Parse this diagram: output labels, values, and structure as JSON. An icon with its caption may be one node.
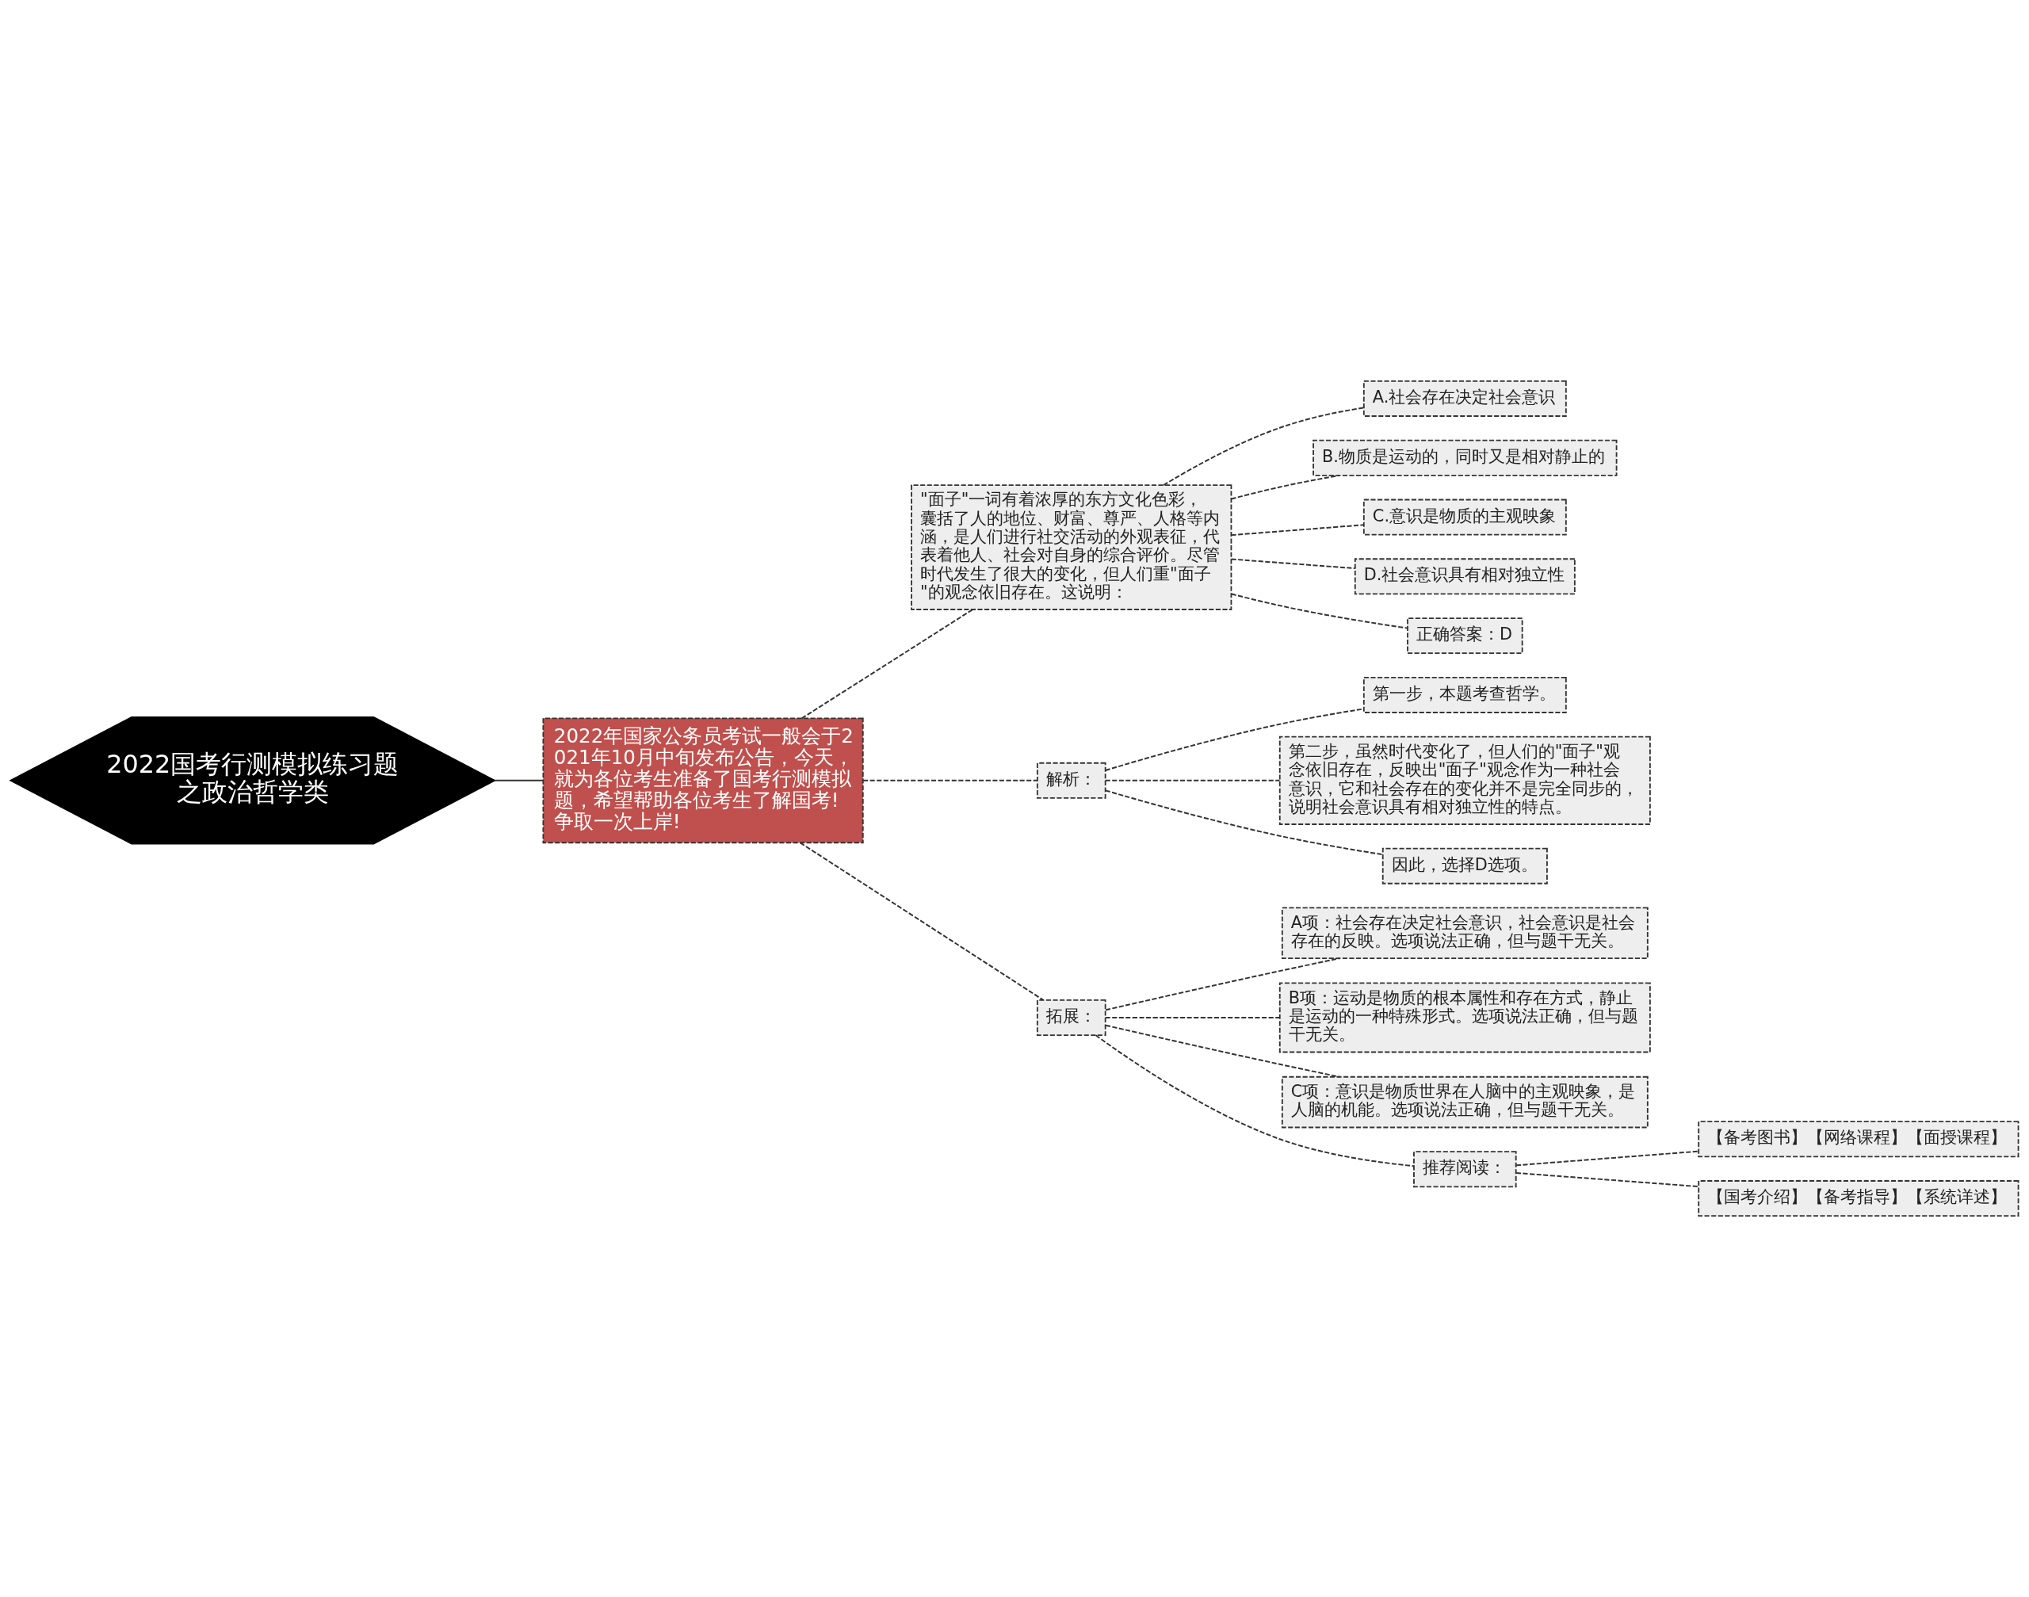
{
  "diagram": {
    "nodes": [
      {
        "text": [
          "2022国考行测模拟练习题之政治哲学类"
        ]
      },
      {
        "text": [
          "2022年国家公务员考试一般会于2021年10月中旬发布公告，今天，就为各位考生准备了国考行测模拟题，希望帮助各位考生了解国考!争取一次上岸!"
        ]
      },
      {
        "text": [
          "\"面子\"一词有着浓厚的东方文化色彩，囊括了人的地位、财富、尊严、人格等内涵，是人们进行社交活动的外观表征，代表着他人、社会对自身的综合评价。尽管时代发生了很大的变化，但人们重\"面子\"的观念依旧存在。这说明："
        ]
      },
      {
        "text": [
          "A.社会存在决定社会意识"
        ]
      },
      {
        "text": [
          "B.物质是运动的，同时又是相对静止的"
        ]
      },
      {
        "text": [
          "C.意识是物质的主观映象"
        ]
      },
      {
        "text": [
          "D.社会意识具有相对独立性"
        ]
      },
      {
        "text": [
          "正确答案：D"
        ]
      },
      {
        "text": [
          "解析："
        ]
      },
      {
        "text": [
          "第一步，本题考查哲学。"
        ]
      },
      {
        "text": [
          "第二步，虽然时代变化了，但人们的\"面子\"观念依旧存在，反映出\"面子\"观念作为一种社会意识，它和社会存在的变化并不是完全同步的，说明社会意识具有相对独立性的特点。"
        ]
      },
      {
        "text": [
          "因此，选择D选项。"
        ]
      },
      {
        "text": [
          "拓展："
        ]
      },
      {
        "text": [
          "A项：社会存在决定社会意识，社会意识是社会存在的反映。选项说法正确，但与题干无关。"
        ]
      },
      {
        "text": [
          "B项：运动是物质的根本属性和存在方式，静止是运动的一种特殊形式。选项说法正确，但与题干无关。"
        ]
      },
      {
        "text": [
          "C项：意识是物质世界在人脑中的主观映象，是人脑的机能。选项说法正确，但与题干无关。"
        ]
      },
      {
        "text": [
          "推荐阅读："
        ]
      },
      {
        "text": [
          "【备考图书】【网络课程】【面授课程】"
        ]
      },
      {
        "text": [
          "【国考介绍】【备考指导】【系统详述】"
        ]
      }
    ],
    "edges": [
      {
        "from": 0,
        "to": 1,
        "arrow": "none"
      },
      {
        "from": 1,
        "to": 2,
        "arrow": "none",
        "style": "dashed"
      },
      {
        "from": 2,
        "to": 3,
        "arrow": "none",
        "style": "dashed"
      },
      {
        "from": 2,
        "to": 4,
        "arrow": "none",
        "style": "dashed"
      },
      {
        "from": 2,
        "to": 5,
        "arrow": "none",
        "style": "dashed"
      },
      {
        "from": 2,
        "to": 6,
        "arrow": "none",
        "style": "dashed"
      },
      {
        "from": 2,
        "to": 7,
        "arrow": "none",
        "style": "dashed"
      },
      {
        "from": 1,
        "to": 8,
        "arrow": "none",
        "style": "dashed"
      },
      {
        "from": 8,
        "to": 9,
        "arrow": "none",
        "style": "dashed"
      },
      {
        "from": 8,
        "to": 10,
        "arrow": "none",
        "style": "dashed"
      },
      {
        "from": 8,
        "to": 11,
        "arrow": "none",
        "style": "dashed"
      },
      {
        "from": 1,
        "to": 12,
        "arrow": "none",
        "style": "dashed"
      },
      {
        "from": 12,
        "to": 13,
        "arrow": "none",
        "style": "dashed"
      },
      {
        "from": 12,
        "to": 14,
        "arrow": "none",
        "style": "dashed"
      },
      {
        "from": 12,
        "to": 15,
        "arrow": "none",
        "style": "dashed"
      },
      {
        "from": 12,
        "to": 16,
        "arrow": "none",
        "style": "dashed"
      },
      {
        "from": 16,
        "to": 17,
        "arrow": "none",
        "style": "dashed"
      },
      {
        "from": 16,
        "to": 18,
        "arrow": "none",
        "style": "dashed"
      }
    ]
  }
}
